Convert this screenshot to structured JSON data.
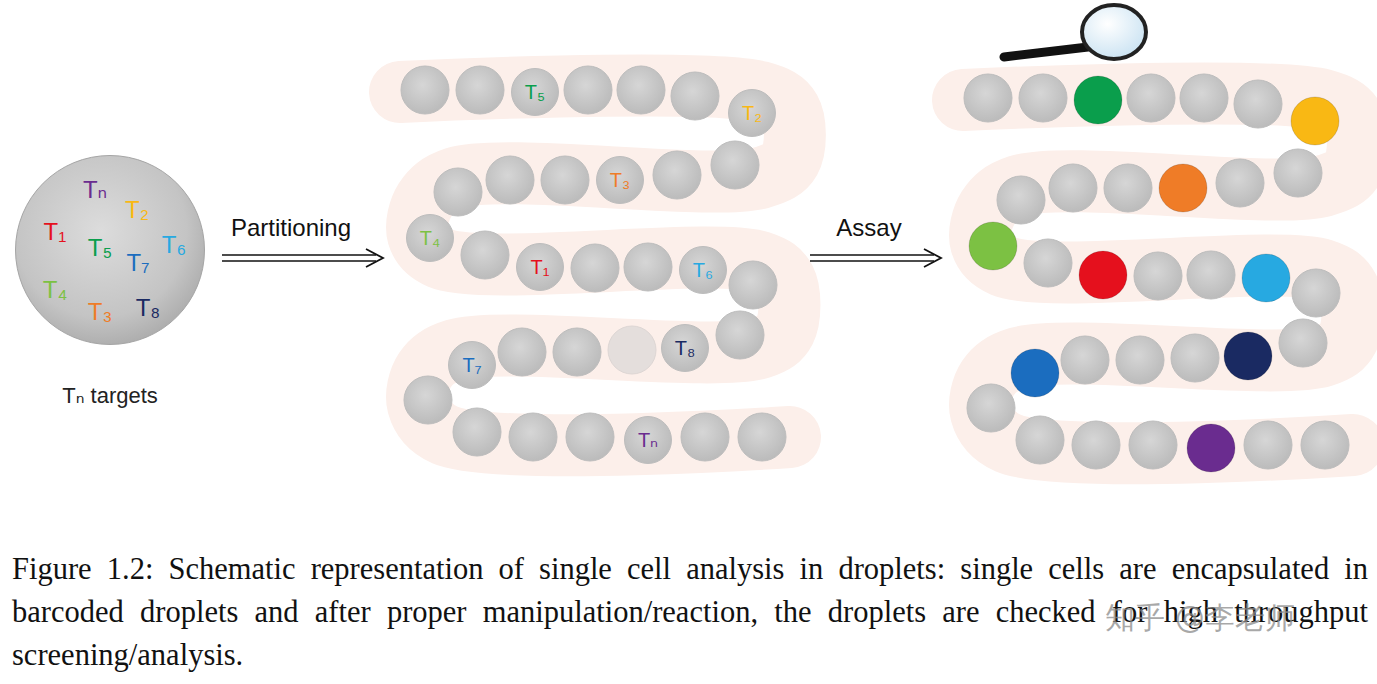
{
  "diagram": {
    "caption": "Figure 1.2: Schematic representation of single cell analysis in droplets: single cells are encapsulated in barcoded droplets and after proper manipulation/reaction, the droplets are checked for high throughput screening/analysis.",
    "nodes": [
      {
        "text": [
          "Tₙ",
          "T₂",
          "T₁",
          "T₅",
          "T₆",
          "T₇",
          "T₄",
          "T₃",
          "T₈",
          "Tₙ targets"
        ]
      },
      {
        "text": [
          "T₅"
        ]
      },
      {
        "text": [
          "T₂"
        ]
      },
      {
        "text": [
          "T₃"
        ]
      },
      {
        "text": [
          "T₄"
        ]
      },
      {
        "text": [
          "T₁"
        ]
      },
      {
        "text": [
          "T₆"
        ]
      },
      {
        "text": [
          "T₇"
        ]
      },
      {
        "text": [
          "T₈"
        ]
      },
      {
        "text": [
          "Tₙ"
        ]
      }
    ],
    "labels": [
      "Partitioning",
      "Assay",
      "知乎 @李老师"
    ]
  }
}
